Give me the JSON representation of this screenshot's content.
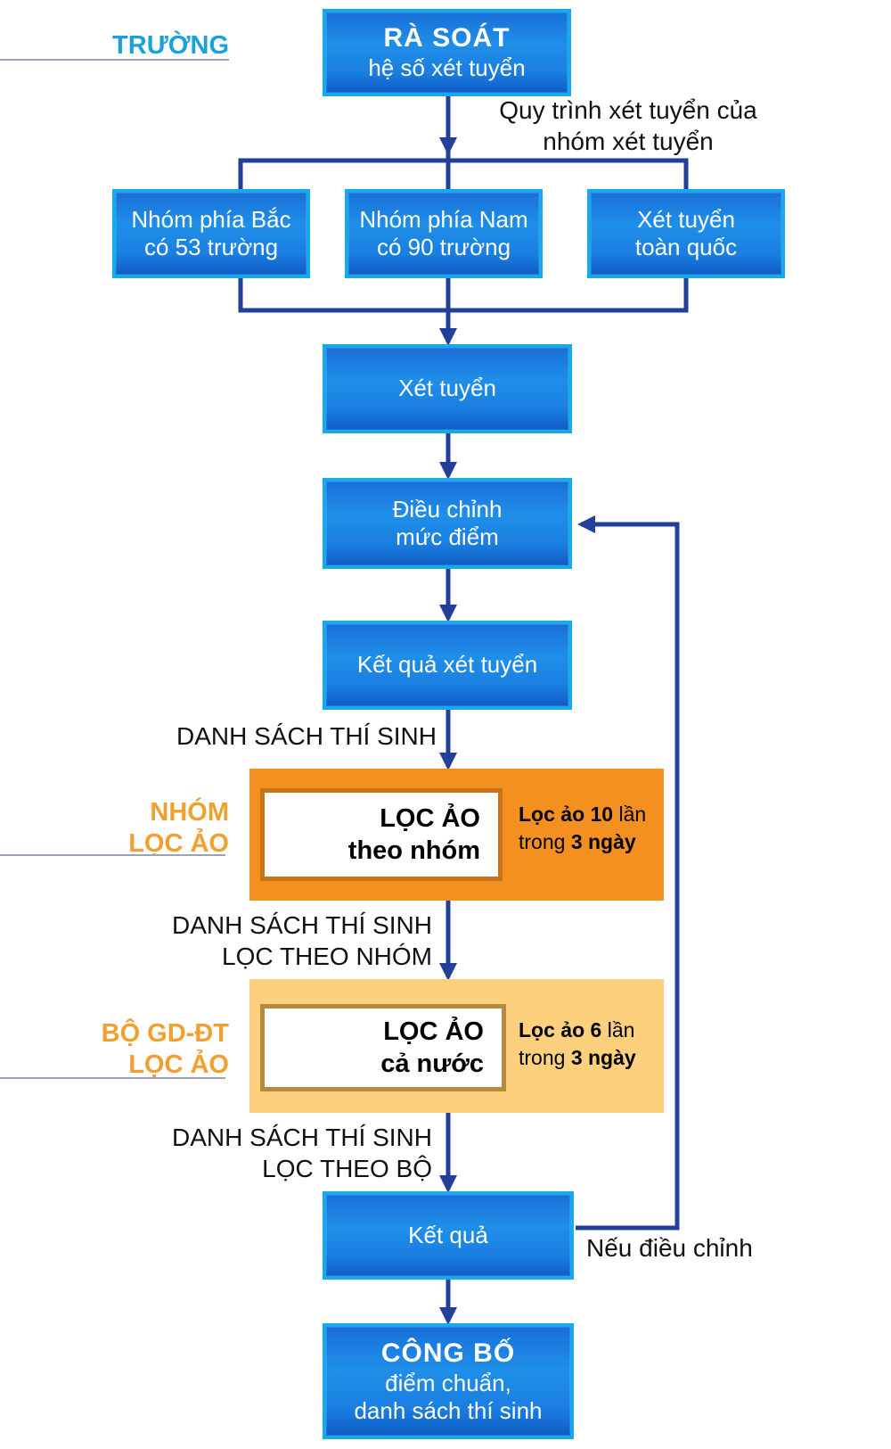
{
  "colors": {
    "box_fill": "#1a7ee0",
    "box_border": "#16a9ee",
    "connector": "#22409a",
    "school_label": "#1aa1dc",
    "orange_panel": "#f39020",
    "light_panel": "#fdd07e",
    "panel_label": "#f0a030"
  },
  "side_labels": {
    "truong": "TRƯỜNG",
    "nhom_line1": "NHÓM",
    "nhom_line2": "LỌC ẢO",
    "bo_line1": "BỘ GD-ĐT",
    "bo_line2": "LỌC ẢO"
  },
  "boxes": {
    "ra_soat": {
      "title": "RÀ SOÁT",
      "subtitle": "hệ số xét tuyển"
    },
    "nhom_bac": {
      "line1": "Nhóm phía Bắc",
      "line2": "có 53 trường"
    },
    "nhom_nam": {
      "line1": "Nhóm phía Nam",
      "line2": "có 90 trường"
    },
    "toan_quoc": {
      "line1": "Xét tuyển",
      "line2": "toàn quốc"
    },
    "xet_tuyen": {
      "line1": "Xét tuyển"
    },
    "dieu_chinh": {
      "line1": "Điều chỉnh",
      "line2": "mức điểm"
    },
    "ket_qua_xet_tuyen": {
      "line1": "Kết quả xét tuyển"
    },
    "ket_qua": {
      "line1": "Kết quả"
    },
    "cong_bo": {
      "title": "CÔNG BỐ",
      "line1": "điểm chuẩn,",
      "line2": "danh sách thí sinh"
    }
  },
  "captions": {
    "quy_trinh_line1": "Quy trình xét tuyển của",
    "quy_trinh_line2": "nhóm xét tuyển",
    "danh_sach_1": "DANH SÁCH THÍ SINH",
    "danh_sach_2_line1": "DANH SÁCH THÍ SINH",
    "danh_sach_2_line2": "LỌC THEO NHÓM",
    "danh_sach_3_line1": "DANH SÁCH THÍ SINH",
    "danh_sach_3_line2": "LỌC THEO BỘ",
    "neu_dieu_chinh": "Nếu điều chỉnh"
  },
  "panels": {
    "nhom": {
      "card_line1": "LỌC ẢO",
      "card_line2": "theo nhóm",
      "note_a": "Lọc ảo",
      "note_a_count": "10",
      "note_a_unit": "lần",
      "note_b": "trong",
      "note_b_days": "3 ngày"
    },
    "bo": {
      "card_line1": "LỌC ẢO",
      "card_line2": "cả nước",
      "note_a": "Lọc ảo",
      "note_a_count": "6",
      "note_a_unit": "lần",
      "note_b": "trong",
      "note_b_days": "3 ngày"
    }
  }
}
